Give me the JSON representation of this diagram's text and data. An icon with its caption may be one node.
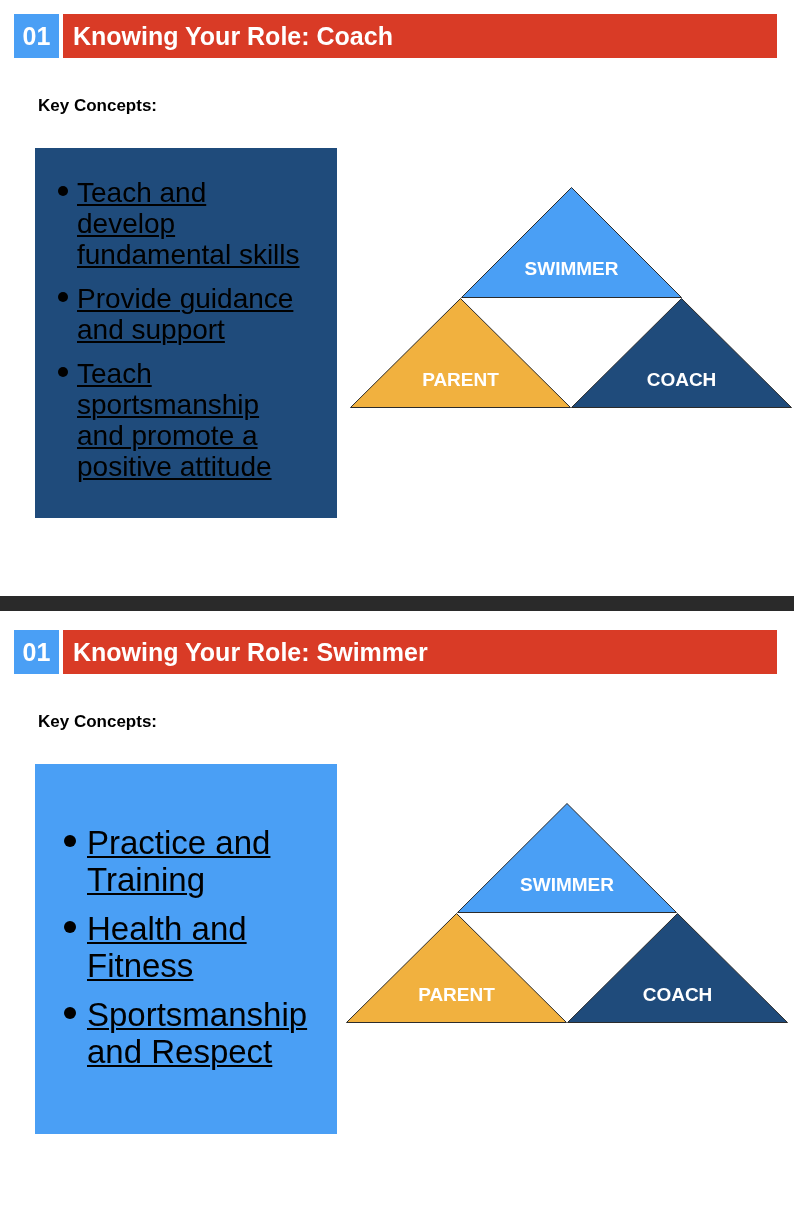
{
  "diagram": {
    "nodes": [
      {
        "text": [
          "01"
        ]
      },
      {
        "text": [
          "Knowing Your Role: Coach"
        ]
      },
      {
        "text": [
          "Teach and develop fundamental skills",
          "Provide guidance and support",
          "Teach sportsmanship and promote a positive attitude"
        ]
      },
      {
        "text": [
          "SWIMMER"
        ]
      },
      {
        "text": [
          "PARENT"
        ]
      },
      {
        "text": [
          "COACH"
        ]
      },
      {
        "text": [],
        "shape": "bar"
      },
      {
        "text": [
          "01"
        ]
      },
      {
        "text": [
          "Knowing Your Role: Swimmer"
        ]
      },
      {
        "text": [
          "Practice and Training",
          "Health and Fitness",
          "Sportsmanship and Respect"
        ]
      },
      {
        "text": [
          "SWIMMER"
        ]
      },
      {
        "text": [
          "PARENT"
        ]
      },
      {
        "text": [
          "COACH"
        ]
      }
    ],
    "labels": [
      "Key Concepts:",
      "Key Concepts:"
    ]
  }
}
